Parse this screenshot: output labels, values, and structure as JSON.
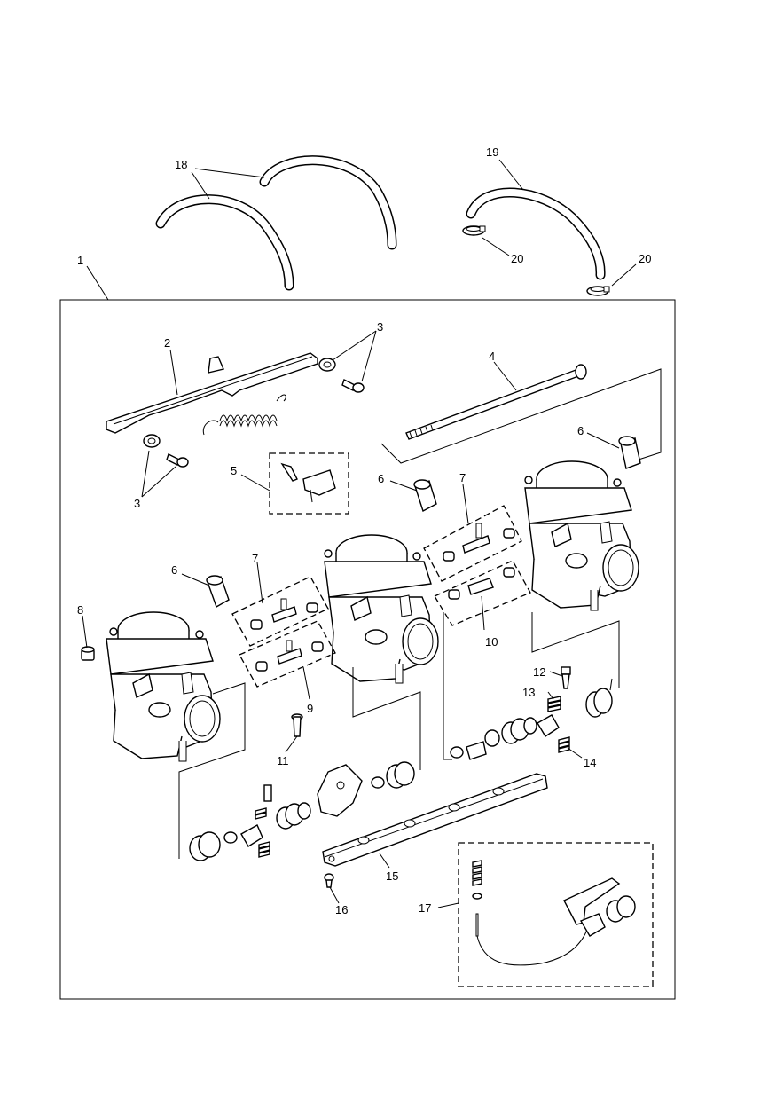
{
  "callouts": [
    {
      "id": "c1",
      "text": "1"
    },
    {
      "id": "c2",
      "text": "2"
    },
    {
      "id": "c3a",
      "text": "3"
    },
    {
      "id": "c3b",
      "text": "3"
    },
    {
      "id": "c4",
      "text": "4"
    },
    {
      "id": "c5",
      "text": "5"
    },
    {
      "id": "c6a",
      "text": "6"
    },
    {
      "id": "c6b",
      "text": "6"
    },
    {
      "id": "c6c",
      "text": "6"
    },
    {
      "id": "c7a",
      "text": "7"
    },
    {
      "id": "c7b",
      "text": "7"
    },
    {
      "id": "c8",
      "text": "8"
    },
    {
      "id": "c9",
      "text": "9"
    },
    {
      "id": "c10",
      "text": "10"
    },
    {
      "id": "c11",
      "text": "11"
    },
    {
      "id": "c12",
      "text": "12"
    },
    {
      "id": "c13",
      "text": "13"
    },
    {
      "id": "c14",
      "text": "14"
    },
    {
      "id": "c15",
      "text": "15"
    },
    {
      "id": "c16",
      "text": "16"
    },
    {
      "id": "c17",
      "text": "17"
    },
    {
      "id": "c18",
      "text": "18"
    },
    {
      "id": "c19",
      "text": "19"
    },
    {
      "id": "c20a",
      "text": "20"
    },
    {
      "id": "c20b",
      "text": "20"
    }
  ],
  "colors": {
    "line": "#000000",
    "background": "#ffffff"
  }
}
